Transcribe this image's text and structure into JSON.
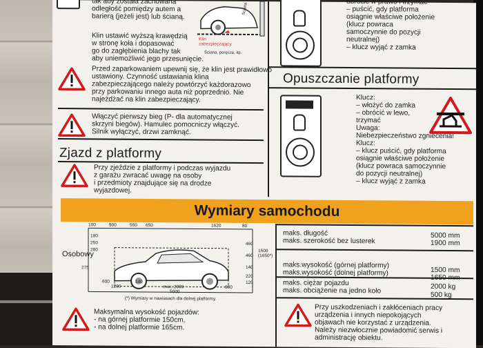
{
  "top_left_text": "tak aby została zachowana\nodległość pomiędzy autem a\nbarierą (jeżeli jest) lub ścianą.",
  "car_diagram_labels": {
    "klin": "Klin\nzabezpieczający",
    "wall": "Ściana, poręcze, itp.",
    "sciana": "Ściana"
  },
  "wedge_text": "Klin ustawić wyższą krawędzią\nw stronę koła i dopasować\ngo do zagłębienia blachy tak\naby uniemożliwić jego przesunięcie.",
  "wedge_warning": "Przed zaparkowaniem upewnij się, że klin jest prawidłowo\nustawiony. Czynność ustawiania klina\nzabezpieczającego należy powtórzyć każdorazowo\nprzy parkowaniu innego auta niż poprzednio. Nie\nnajeżdżać na klin zabezpieczający.",
  "gear_warning": "Włączyć pierwszy bieg (P- dla automatycznej\nskrzyni biegów). Hamulec pomocniczy włączyć.\nSilnik wyłączyć, drzwi zamknąć.",
  "exit_title": "Zjazd z platformy",
  "exit_warning": "Przy zjeździe z platformy i podczas wyjazdu\nz garażu zwracać uwagę na osoby\ni przedmioty znajdujące się na drodze\nwyjazdowej.",
  "top_right_text": "obrócić w prawo i trzymać\n– puścić, gdy platforma\n   osiągnie właściwe położenie\n   (klucz powraca\n   samoczynnie do pozycji\n   neutralnej)\n– klucz wyjąć z zamka",
  "lowering_title": "Opuszczanie platformy",
  "lowering_text": "Klucz:\n– włożyć do zamka\n– obrócić w lewo,\n   trzymać\nUwaga:\nNiebezpieczeństwo zgniecenia!\nKlucz:\n– klucz puścić, gdy platforma\n   osiągnie właściwe położenie\n   (klucz powraca samoczynnie\n   do pozycji neutralnej)\n– klucz wyjąć z zamka",
  "dimensions_title": "Wymiary samochodu",
  "diagram": {
    "car_label": "Osobowy",
    "top_dims": [
      "100",
      "900",
      "550",
      "650",
      "1620",
      "80"
    ],
    "left_dims": [
      "180",
      "250",
      "280",
      "275"
    ],
    "right_dims": [
      "460",
      "460",
      "140",
      "220"
    ],
    "height": "1500\n(1650*)",
    "bottom_dims": [
      "600",
      "1200",
      "140",
      "max. 2900",
      "5000",
      "900",
      "120"
    ],
    "footnote": "(*) Wymiary w nawiasach dla dolnej platformy."
  },
  "specs": [
    {
      "label": "maks. długość",
      "value": "5000 mm"
    },
    {
      "label": "maks. szerokość bez lusterek",
      "value": "1900 mm"
    },
    {
      "label": "maks.wysokość  (górnej platformy)",
      "value": "1500 mm"
    },
    {
      "label": "maks.wysokość  (dolnej platformy)",
      "value": "1650 mm"
    },
    {
      "label": "maks. ciężar pojazdu",
      "value": "2000 kg"
    },
    {
      "label": "maks. obciążenie na jedno koło",
      "value": "500 kg"
    }
  ],
  "height_warning": "Maksymalna wysokość pojazdów:\n- na górnej platformie 150cm,\n- na dolnej platformie 165cm.",
  "fault_warning": "Przy uszkodzeniach i zakłóceniach pracy\nurządzenia i innych niepokojących\nobjawach nie korzystać z urządzenia.\nNależy niezwłocznie powiadomić serwis i\nadministrację obiektu."
}
